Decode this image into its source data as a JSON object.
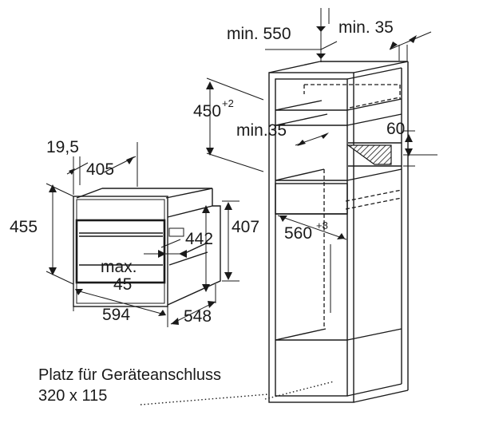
{
  "labels": {
    "cabinet_depth": "min. 550",
    "rear_gap": "min. 35",
    "opening_height": "450",
    "opening_height_tol": "+2",
    "shelf_gap": "min.35",
    "vent_height": "60",
    "opening_width": "560",
    "opening_width_tol": "+8",
    "front_offset": "19,5",
    "body_depth": "405",
    "front_height": "455",
    "body_height": "442",
    "body_height_outer": "407",
    "gap_label": "max.",
    "gap_value": "45",
    "front_width": "594",
    "total_depth": "548",
    "connection_note_1": "Platz für Geräteanschluss",
    "connection_note_2": "320 x 115"
  }
}
